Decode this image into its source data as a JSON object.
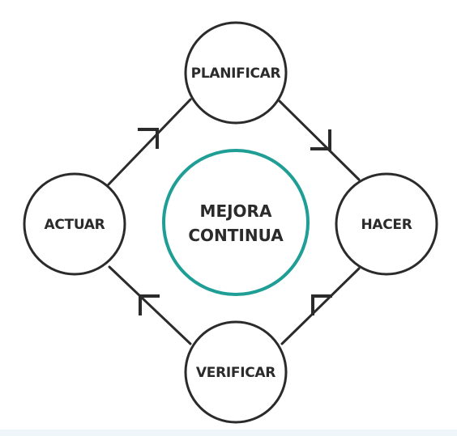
{
  "diagram": {
    "center": {
      "line1": "MEJORA",
      "line2": "CONTINUA"
    },
    "nodes": {
      "top": "PLANIFICAR",
      "right": "HACER",
      "bottom": "VERIFICAR",
      "left": "ACTUAR"
    },
    "colors": {
      "stroke": "#2b2b2b",
      "center_ring": "#1f9e96",
      "text": "#2b2b2b"
    }
  }
}
